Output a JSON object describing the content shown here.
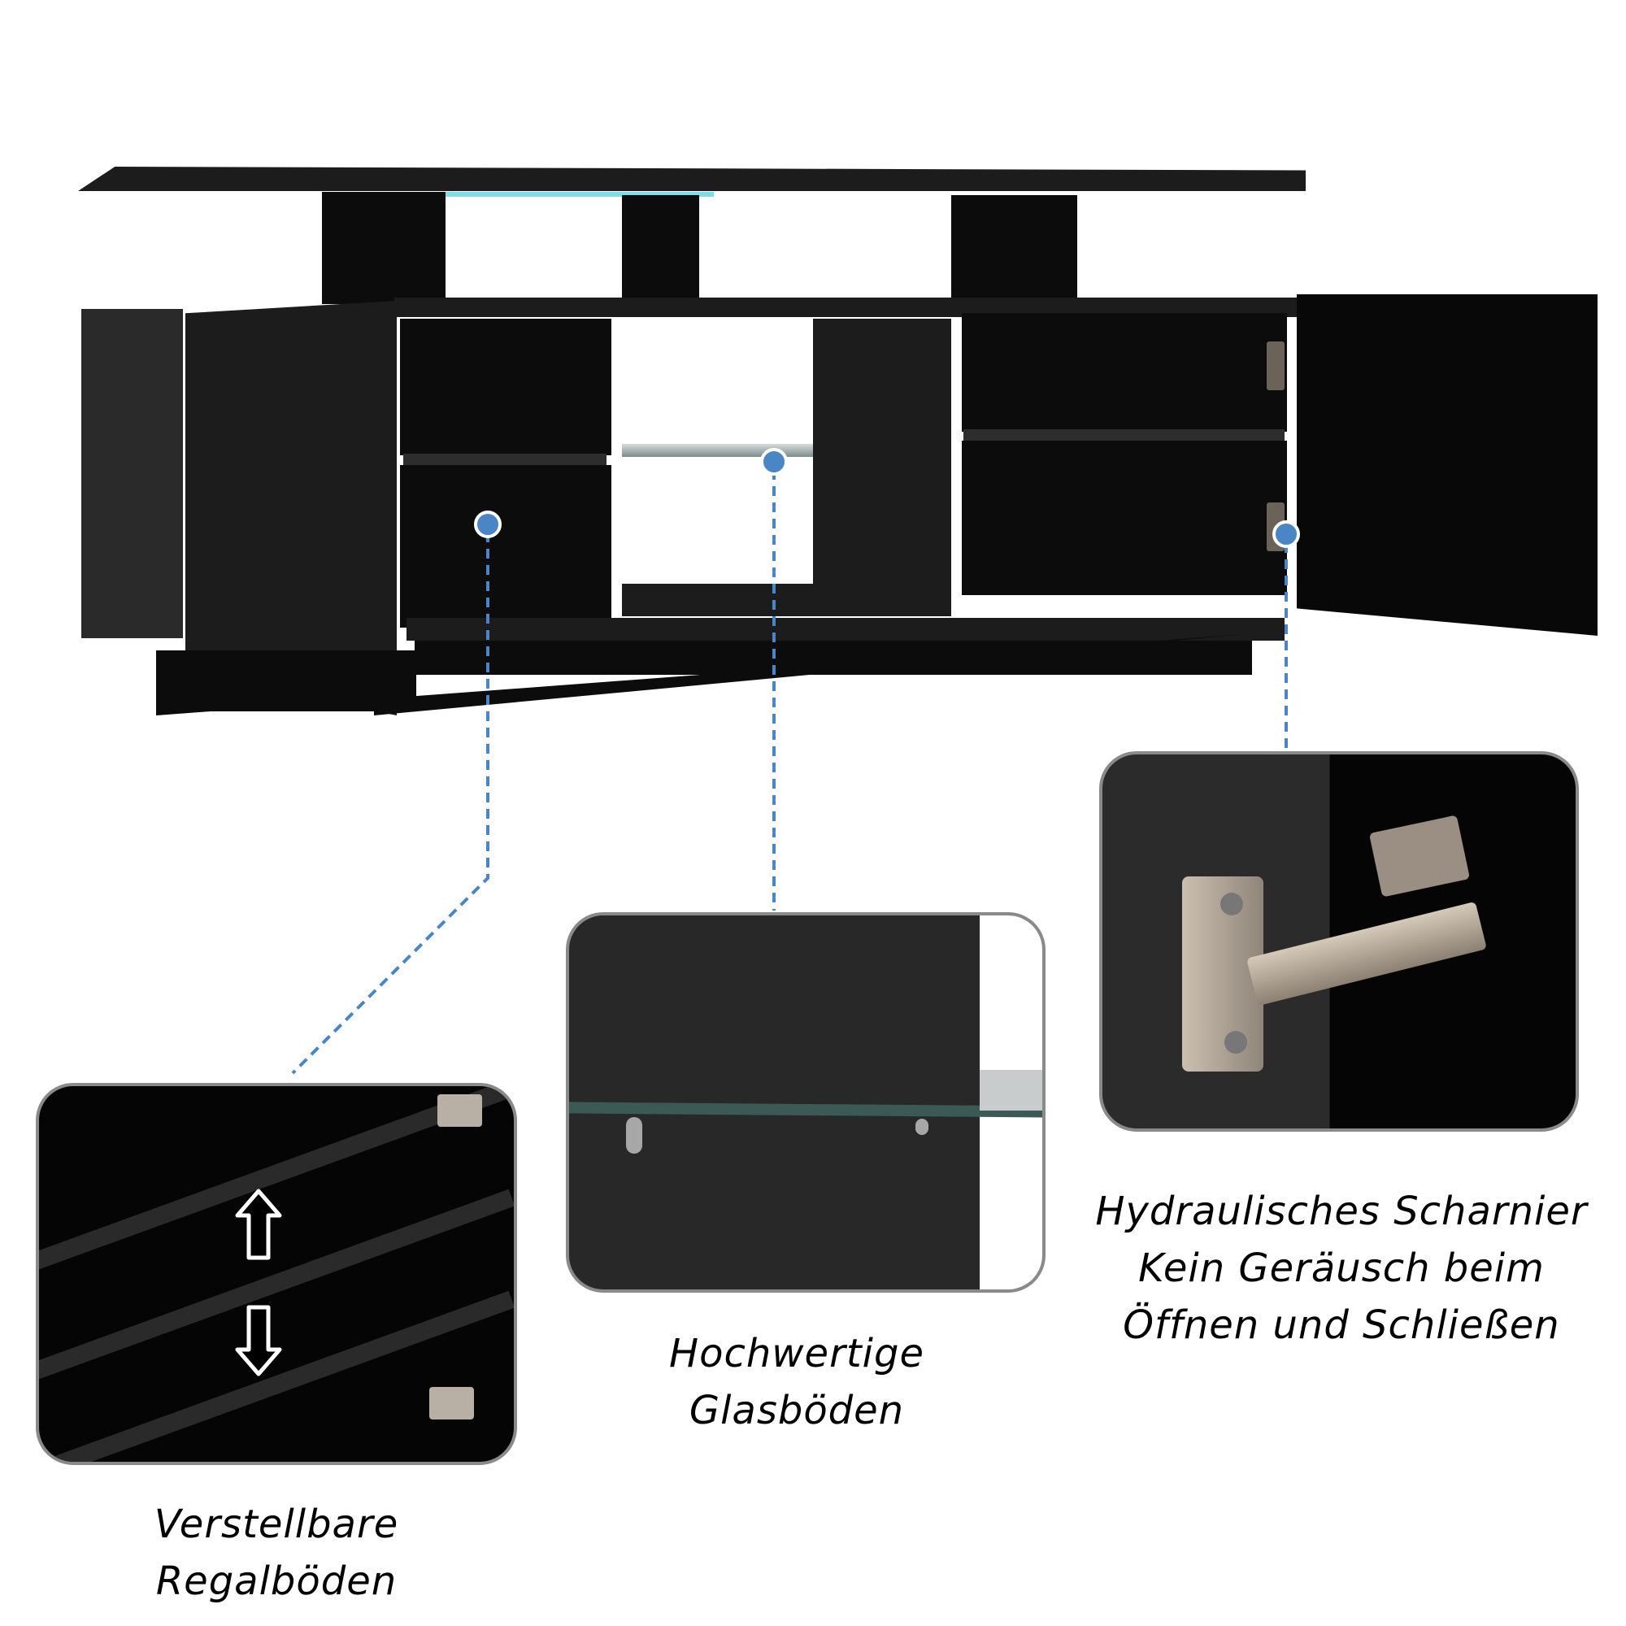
{
  "colors": {
    "callout_dot": "#4a86c5",
    "callout_line": "#4a86c5",
    "callout_border": "#8a8a8a",
    "furniture": "#0c0c0c",
    "led_glow": "#5fd4e6"
  },
  "product": {
    "name": "tv-stand-with-led-and-glass-shelves"
  },
  "callouts": [
    {
      "id": "adjustable-shelves",
      "lines": [
        "Verstellbare",
        "Regalböden"
      ],
      "icon": "up-down-arrows-icon"
    },
    {
      "id": "glass-shelves",
      "lines": [
        "Hochwertige",
        "Glasböden"
      ],
      "icon": "glass-shelf-detail"
    },
    {
      "id": "hydraulic-hinge",
      "lines": [
        "Hydraulisches Scharnier",
        "Kein Geräusch beim",
        "Öffnen und Schließen"
      ],
      "icon": "hinge-detail"
    }
  ]
}
